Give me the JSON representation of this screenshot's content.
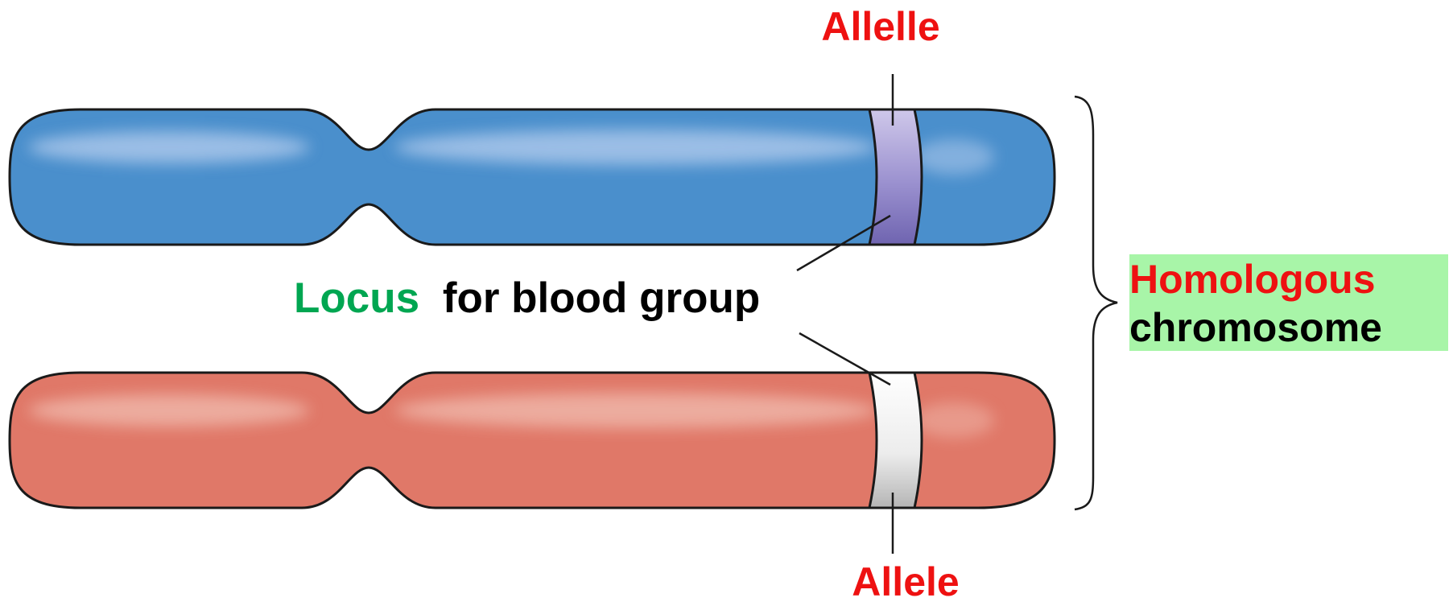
{
  "labels": {
    "allele_top": "Allelle",
    "allele_bottom": "Allele",
    "locus_word": "Locus",
    "locus_rest": "for blood group",
    "homologous": "Homologous",
    "chromosome": "chromosome"
  },
  "colors": {
    "chromosome_top": "#4a8fcc",
    "chromosome_top_highlight": "#a9c6ea",
    "chromosome_bottom": "#e07868",
    "chromosome_bottom_highlight": "#efb5a8",
    "band_top": "#8a7fc4",
    "band_bottom": "#e8e8e8",
    "allele_label": "#ee1111",
    "locus_label": "#00a651",
    "text": "#000000",
    "homologous_box": "#a8f5a8",
    "outline": "#1a1a1a"
  }
}
